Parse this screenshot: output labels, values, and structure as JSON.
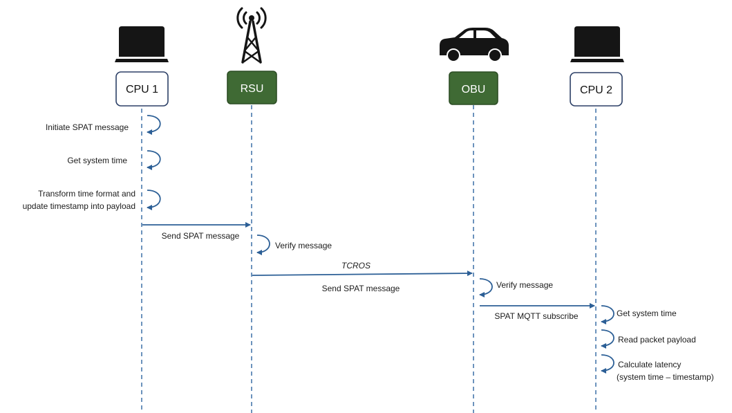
{
  "participants": [
    {
      "id": "cpu1",
      "label": "CPU 1",
      "icon": "laptop-icon",
      "style": "outline"
    },
    {
      "id": "rsu",
      "label": "RSU",
      "icon": "radio-tower-icon",
      "style": "filled"
    },
    {
      "id": "obu",
      "label": "OBU",
      "icon": "car-icon",
      "style": "filled"
    },
    {
      "id": "cpu2",
      "label": "CPU 2",
      "icon": "laptop-icon",
      "style": "outline"
    }
  ],
  "self_steps": [
    {
      "participant": "cpu1",
      "lines": [
        "Initiate SPAT message"
      ]
    },
    {
      "participant": "cpu1",
      "lines": [
        "Get system time"
      ]
    },
    {
      "participant": "cpu1",
      "lines": [
        "Transform time format and",
        "update timestamp into payload"
      ]
    },
    {
      "participant": "rsu",
      "lines": [
        "Verify message"
      ]
    },
    {
      "participant": "obu",
      "lines": [
        "Verify message"
      ]
    },
    {
      "participant": "cpu2",
      "lines": [
        "Get system time"
      ]
    },
    {
      "participant": "cpu2",
      "lines": [
        "Read packet payload"
      ]
    },
    {
      "participant": "cpu2",
      "lines": [
        "Calculate latency",
        "(system time – timestamp)"
      ]
    }
  ],
  "messages": [
    {
      "from": "cpu1",
      "to": "rsu",
      "label_below": "Send SPAT message",
      "label_above": ""
    },
    {
      "from": "rsu",
      "to": "obu",
      "label_above": "TCROS",
      "label_below": "Send SPAT message"
    },
    {
      "from": "obu",
      "to": "cpu2",
      "label_below": "SPAT MQTT subscribe",
      "label_above": ""
    }
  ],
  "colors": {
    "arrow": "#2c5f96",
    "lifeline": "#3a6ea5",
    "filled_box": "#3f6a34",
    "filled_border": "#2c4d24",
    "outline_border": "#2b3f66",
    "icon": "#151515"
  }
}
